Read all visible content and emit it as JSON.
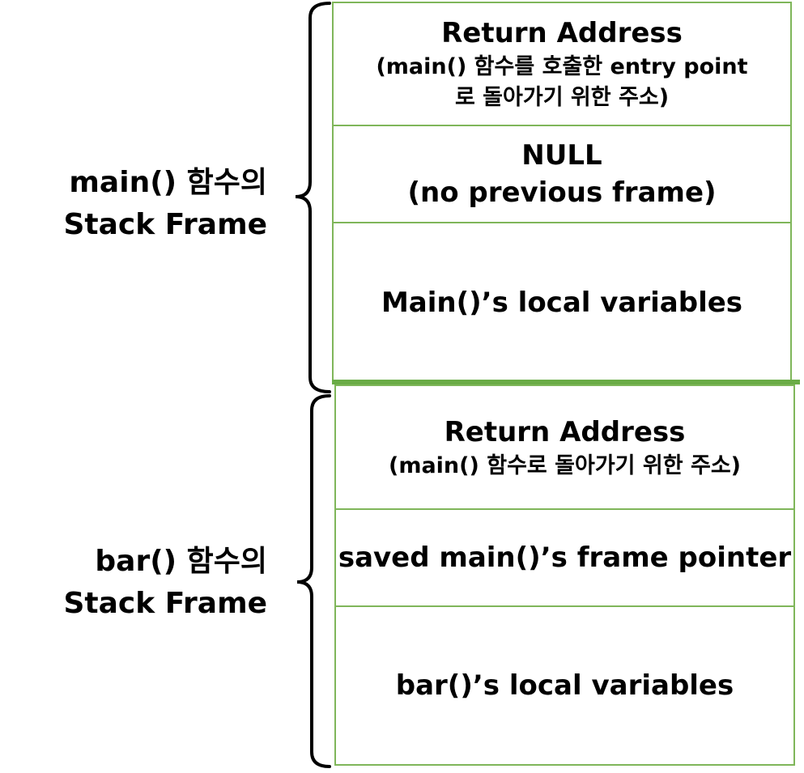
{
  "main_frame": {
    "label_line1": "main() 함수의",
    "label_line2": "Stack Frame",
    "cells": {
      "return_address_title": "Return Address",
      "return_address_desc_1": "(main() 함수를 호출한 entry point",
      "return_address_desc_2": "로 돌아가기 위한 주소)",
      "frame_pointer_title": "NULL",
      "frame_pointer_desc": "(no previous frame)",
      "locals": "Main()’s local variables"
    }
  },
  "bar_frame": {
    "label_line1": "bar() 함수의",
    "label_line2": "Stack Frame",
    "cells": {
      "return_address_title": "Return Address",
      "return_address_desc": "(main() 함수로 돌아가기 위한 주소)",
      "frame_pointer": "saved main()’s frame pointer",
      "locals": "bar()’s local variables"
    }
  },
  "colors": {
    "cell_border": "#7fb65a",
    "frame_divider": "#6aac46",
    "text": "#000000"
  }
}
